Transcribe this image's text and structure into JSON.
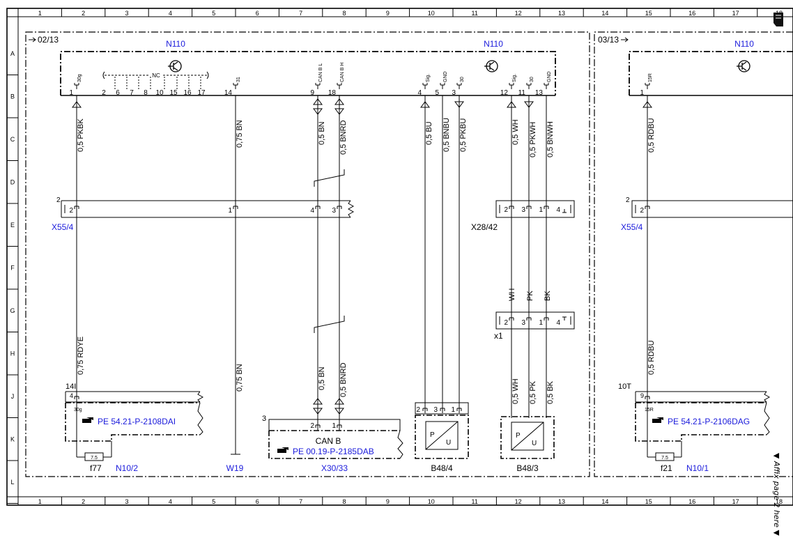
{
  "grid": {
    "columns": [
      "1",
      "2",
      "3",
      "4",
      "5",
      "6",
      "7",
      "8",
      "9",
      "10",
      "11",
      "12",
      "13",
      "14",
      "15",
      "16",
      "17",
      "18"
    ],
    "rows": [
      "A",
      "B",
      "C",
      "D",
      "E",
      "F",
      "G",
      "H",
      "J",
      "K",
      "L"
    ]
  },
  "pages": {
    "left": "02/13",
    "right": "03/13"
  },
  "modules": {
    "left": "N110",
    "middle": "N110",
    "right": "N110"
  },
  "nc_label": "NC",
  "pins": {
    "p1": "1",
    "p1_sig": "30g",
    "nc_list": [
      "2",
      "6",
      "7",
      "8",
      "10",
      "15",
      "16",
      "17"
    ],
    "p14": "14",
    "p14_sig": "31",
    "p9": "9",
    "p9_sig": "CAN B L",
    "p18": "18",
    "p18_sig": "CAN B H",
    "p4": "4",
    "p4_sig": "Sig.",
    "p5": "5",
    "p5_sig": "GND",
    "p3": "3",
    "p3_sig": "30",
    "p12": "12",
    "p12_sig": "Sig.",
    "p11": "11",
    "p11_sig": "30",
    "p13": "13",
    "p13_sig": "GND",
    "r1": "1",
    "r1_sig": "15R"
  },
  "wires": {
    "w1": "0,5 PKBK",
    "w2": "0,75 BN",
    "w3": "0,5 BN",
    "w4": "0,5 BNRD",
    "w5": "0,5 BU",
    "w6": "0,5 BNBU",
    "w7": "0,5 PKBU",
    "w8": "0,5 WH",
    "w9": "0,5 PKWH",
    "w10": "0,5 BNWH",
    "w11": "0,5 RDBU",
    "l1": "0,75 RDYE",
    "l2": "0,75 BN",
    "l3": "0,5 BN",
    "l4": "0,5 BNRD",
    "l5": "0,5 WH",
    "l6": "0,5 PK",
    "l7": "0,5 BK",
    "l8": "0,5 RDBU",
    "m1": "WH",
    "m2": "PK",
    "m3": "BK"
  },
  "connectors": {
    "x55_left": "X55/4",
    "x55_right": "X55/4",
    "x28": "X28/42",
    "x1": "x1",
    "x55_num": "2",
    "x55_pin": "2",
    "x55_pins": [
      "2",
      "1",
      "4",
      "3"
    ],
    "x28_pins": [
      "2",
      "3",
      "1",
      "4"
    ],
    "x1_pins": [
      "2",
      "3",
      "1",
      "4"
    ]
  },
  "components": {
    "f77": "f77",
    "n10_2": "N10/2",
    "w19": "W19",
    "x30": "X30/33",
    "b48_4": "B48/4",
    "b48_3": "B48/3",
    "f21": "f21",
    "n10_1": "N10/1",
    "fuse": "7.5",
    "can_b": "CAN B",
    "n10_2_num": "14I",
    "n10_2_pin": "4",
    "n10_2_sig": "30g",
    "n10_1_num": "10T",
    "n10_1_pin": "9",
    "n10_1_sig": "15R",
    "x30_num": "3",
    "x30_pins": [
      "2",
      "1"
    ],
    "b48_4_pins": [
      "2",
      "3",
      "1"
    ],
    "sensor_p": "P",
    "sensor_u": "U"
  },
  "refs": {
    "r1": "PE 54.21-P-2108DAI",
    "r2": "PE 00.19-P-2185DAB",
    "r3": "PE 54.21-P-2106DAG"
  },
  "affix": "▼ Affix page 2 here ▼"
}
